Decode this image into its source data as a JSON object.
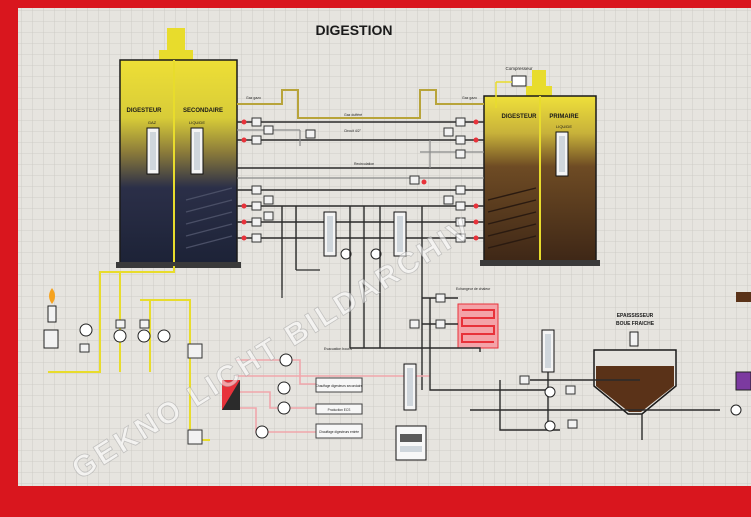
{
  "title": "DIGESTION",
  "colors": {
    "frame": "#d9161e",
    "panel": "#e6e4df",
    "grid": "#c9c7c2",
    "gas_yellow": "#e8dc2c",
    "sludge_dark": "#1f2740",
    "sludge_brown": "#4a2e1a",
    "heating_red": "#e8323a",
    "heater_pink": "#f4a3a8",
    "line_black": "#1a1a1a",
    "line_gray": "#7a7a7a",
    "thickener_brown": "#5a3218",
    "purple": "#7c3aa0"
  },
  "tanks": {
    "secondary": {
      "label_left": "DIGESTEUR",
      "label_right": "SECONDAIRE",
      "left_gauge_label": "GAZ",
      "right_gauge_label": "LIQUIDE"
    },
    "primary": {
      "label_left": "DIGESTEUR",
      "label_right": "PRIMAIRE",
      "right_gauge_label": "LIQUIDE"
    }
  },
  "compressor_label": "Compresseur",
  "thickener": {
    "line1": "EPAISSISSEUR",
    "line2": "BOUE FRAICHE"
  },
  "heat_exchanger_label": "Echangeur de chaleur",
  "small_labels": {
    "gas_line_left": "Gaz gazo",
    "gas_line_right": "Gaz gazo",
    "mid_top_a": "Gaz dufféré",
    "mid_top_b": "Circuit 4/2\"",
    "recirculation": "Recirculation",
    "pompe_a": "Chauffage digesteurs secondaire",
    "pompe_b": "Production ECS",
    "pompe_c": "Chauffage digesteurs entrée",
    "evac": "Evacuation boues"
  },
  "watermark": "GEKNO LICHT BILDARCHIV"
}
